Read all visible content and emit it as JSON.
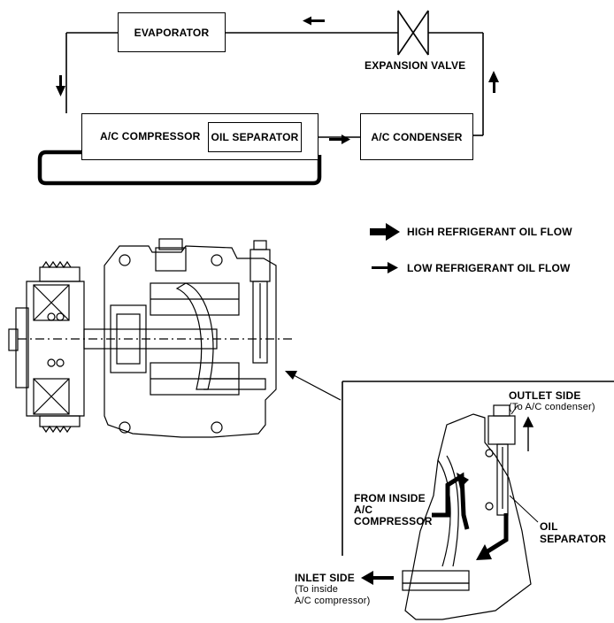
{
  "flow_diagram": {
    "evaporator": "EVAPORATOR",
    "expansion_valve": "EXPANSION VALVE",
    "compressor": "A/C COMPRESSOR",
    "oil_separator": "OIL SEPARATOR",
    "condenser": "A/C CONDENSER"
  },
  "legend": {
    "high": "HIGH REFRIGERANT OIL FLOW",
    "low": "LOW REFRIGERANT OIL FLOW"
  },
  "detail": {
    "outlet_title": "OUTLET SIDE",
    "outlet_sub": "(To A/C condenser)",
    "from_inside_line1": "FROM INSIDE",
    "from_inside_line2": "A/C",
    "from_inside_line3": "COMPRESSOR",
    "oil_sep_line1": "OIL",
    "oil_sep_line2": "SEPARATOR",
    "inlet_title": "INLET SIDE",
    "inlet_sub1": "(To inside",
    "inlet_sub2": "A/C compressor)"
  }
}
